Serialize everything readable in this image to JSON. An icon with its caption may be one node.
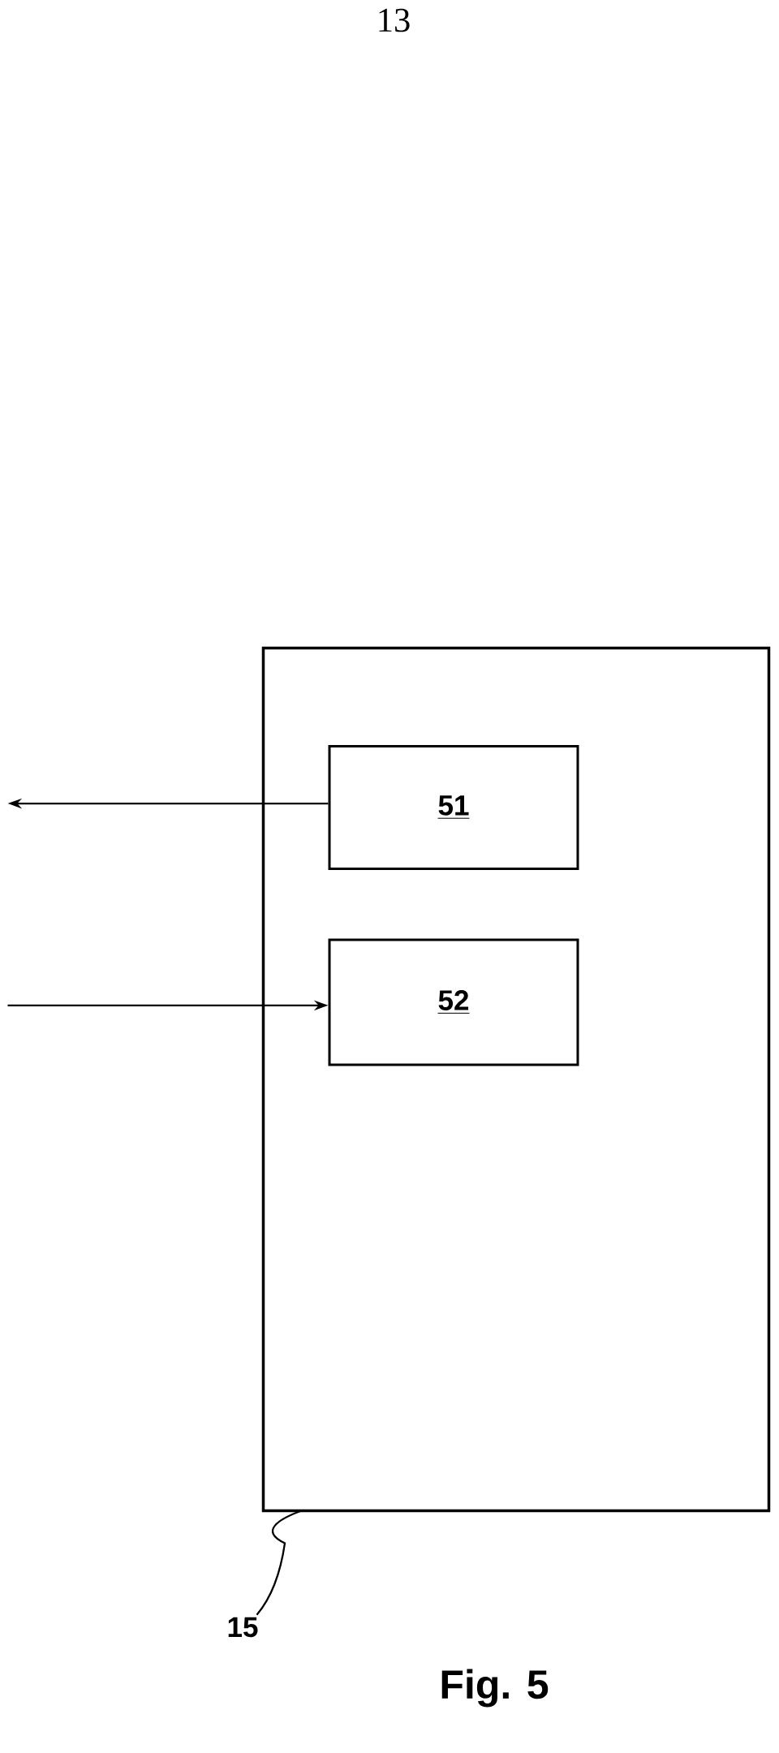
{
  "diagram": {
    "caption": "Fig. 5",
    "nodes": [
      {
        "text": [],
        "shape": "box"
      },
      {
        "text": [
          "51"
        ],
        "in": 0
      },
      {
        "text": [
          "52"
        ],
        "in": 0
      },
      {
        "text": [
          "15"
        ]
      }
    ],
    "edges": [
      {
        "from": 1,
        "to": null,
        "arrow": "to"
      },
      {
        "from": null,
        "to": 2,
        "arrow": "to"
      },
      {
        "from": 3,
        "to": 0,
        "arrow": "none"
      }
    ],
    "labels": [
      "13"
    ]
  }
}
